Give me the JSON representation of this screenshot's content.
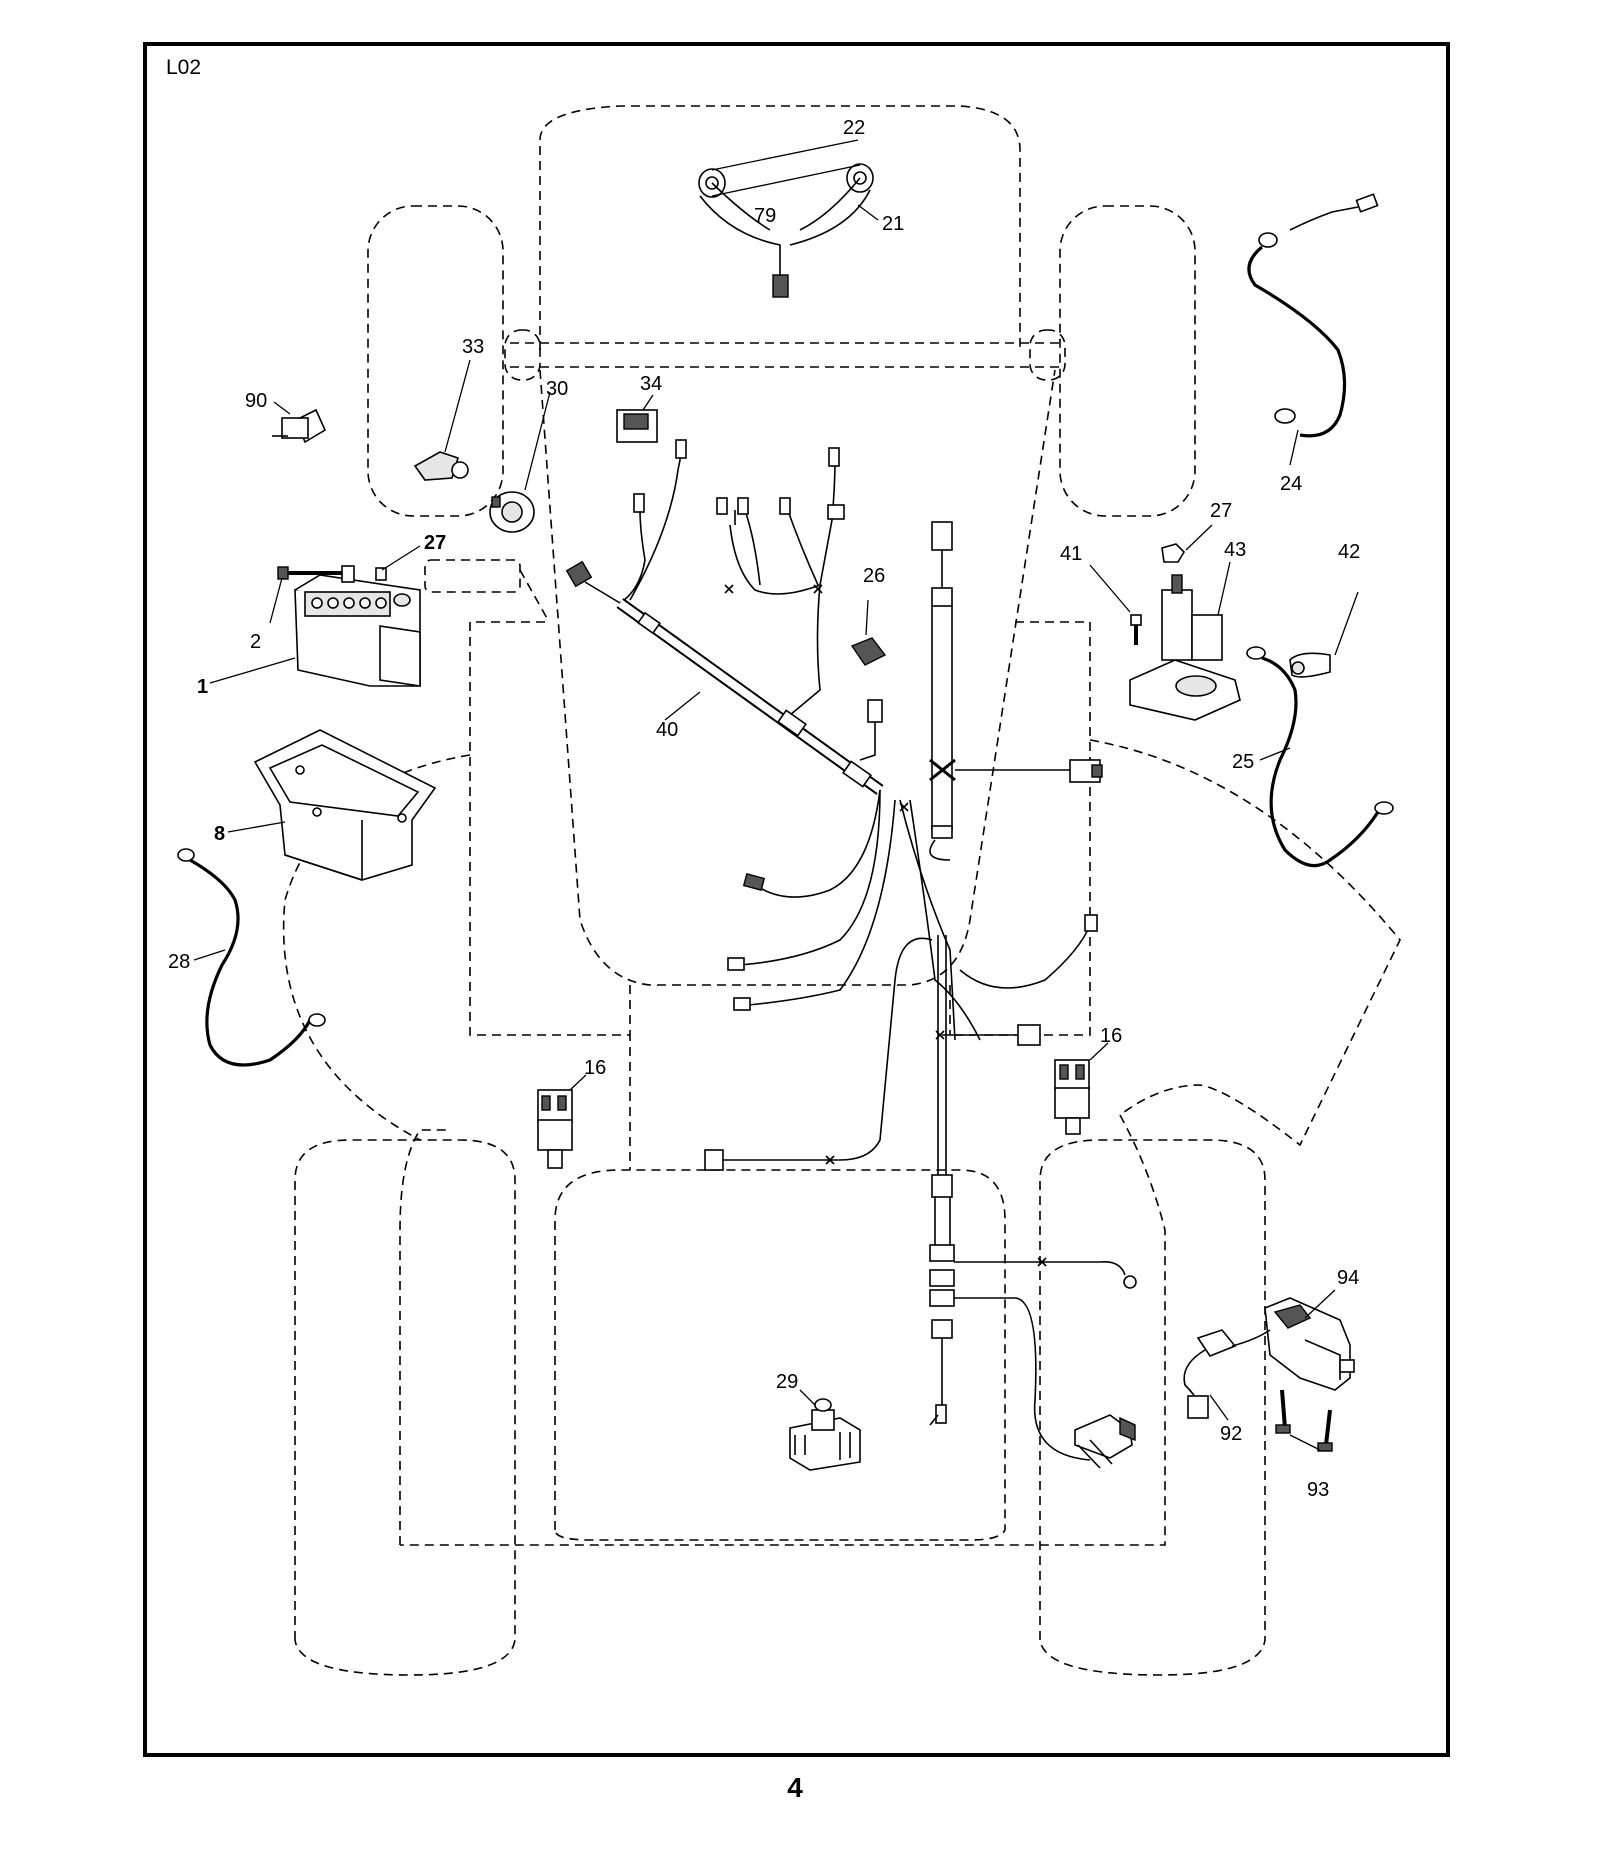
{
  "sheet_id": "L02",
  "page_number": "4",
  "callouts": {
    "c22": "22",
    "c79": "79",
    "c21": "21",
    "c33": "33",
    "c30": "30",
    "c34": "34",
    "c90": "90",
    "c24": "24",
    "c27a": "27",
    "c27b": "27",
    "c41": "41",
    "c43": "43",
    "c42": "42",
    "c2": "2",
    "c1": "1",
    "c26": "26",
    "c40": "40",
    "c25": "25",
    "c8": "8",
    "c28": "28",
    "c16a": "16",
    "c16b": "16",
    "c94": "94",
    "c92": "92",
    "c93": "93",
    "c29": "29"
  }
}
